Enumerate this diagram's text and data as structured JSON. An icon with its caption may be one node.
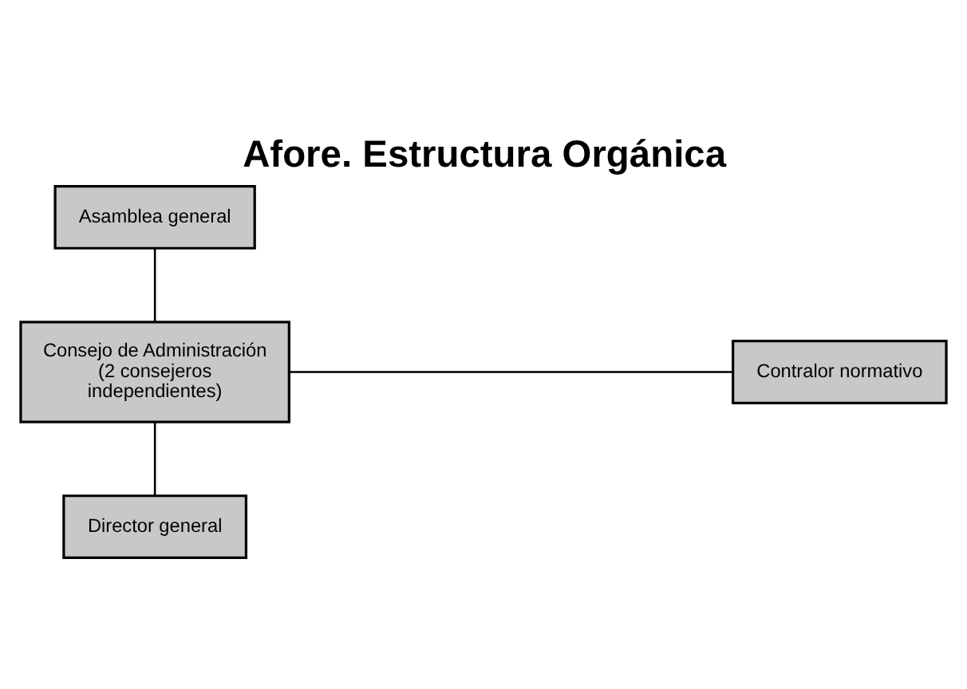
{
  "diagram": {
    "title": "Afore. Estructura Orgánica",
    "nodes": [
      {
        "text": [
          "Asamblea general"
        ]
      },
      {
        "text": [
          "Consejo de Administración (2 consejeros independientes)"
        ]
      },
      {
        "text": [
          "Contralor normativo"
        ]
      },
      {
        "text": [
          "Director general"
        ]
      }
    ],
    "edges": [
      {
        "from": 0,
        "to": 1,
        "arrow": "none"
      },
      {
        "from": 1,
        "to": 2,
        "arrow": "none"
      },
      {
        "from": 1,
        "to": 3,
        "arrow": "none"
      }
    ]
  }
}
